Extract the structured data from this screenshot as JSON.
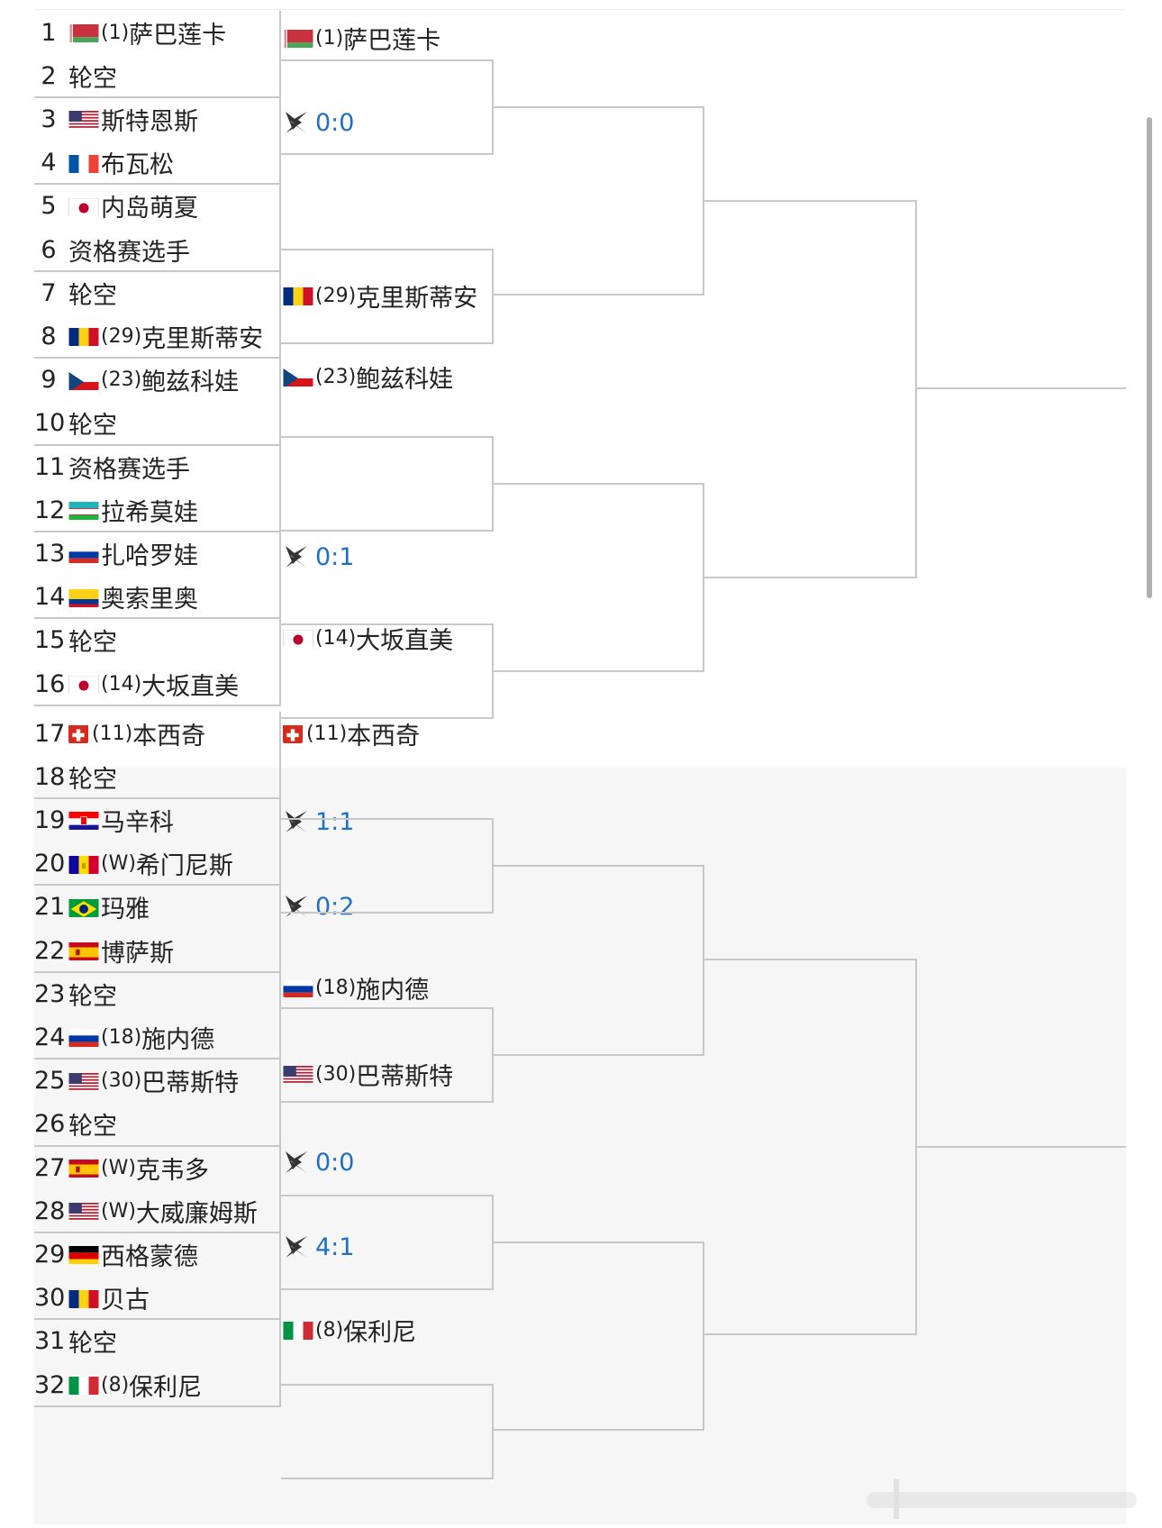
{
  "round1": [
    {
      "num": "1",
      "seed": "(1)",
      "name": "萨巴莲卡",
      "flag": "belarus"
    },
    {
      "num": "2",
      "seed": "",
      "name": "轮空",
      "flag": ""
    },
    {
      "num": "3",
      "seed": "",
      "name": "斯特恩斯",
      "flag": "usa"
    },
    {
      "num": "4",
      "seed": "",
      "name": "布瓦松",
      "flag": "france"
    },
    {
      "num": "5",
      "seed": "",
      "name": "内岛萌夏",
      "flag": "japan"
    },
    {
      "num": "6",
      "seed": "",
      "name": "资格赛选手",
      "flag": ""
    },
    {
      "num": "7",
      "seed": "",
      "name": "轮空",
      "flag": ""
    },
    {
      "num": "8",
      "seed": "(29)",
      "name": "克里斯蒂安",
      "flag": "romania"
    },
    {
      "num": "9",
      "seed": "(23)",
      "name": "鲍兹科娃",
      "flag": "czech"
    },
    {
      "num": "10",
      "seed": "",
      "name": "轮空",
      "flag": ""
    },
    {
      "num": "11",
      "seed": "",
      "name": "资格赛选手",
      "flag": ""
    },
    {
      "num": "12",
      "seed": "",
      "name": "拉希莫娃",
      "flag": "uzbekistan"
    },
    {
      "num": "13",
      "seed": "",
      "name": "扎哈罗娃",
      "flag": "russia"
    },
    {
      "num": "14",
      "seed": "",
      "name": "奥索里奥",
      "flag": "colombia"
    },
    {
      "num": "15",
      "seed": "",
      "name": "轮空",
      "flag": ""
    },
    {
      "num": "16",
      "seed": "(14)",
      "name": "大坂直美",
      "flag": "japan"
    },
    {
      "num": "17",
      "seed": "(11)",
      "name": "本西奇",
      "flag": "switzerland"
    },
    {
      "num": "18",
      "seed": "",
      "name": "轮空",
      "flag": ""
    },
    {
      "num": "19",
      "seed": "",
      "name": "马辛科",
      "flag": "croatia"
    },
    {
      "num": "20",
      "seed": "(W)",
      "name": "希门尼斯",
      "flag": "andorra"
    },
    {
      "num": "21",
      "seed": "",
      "name": "玛雅",
      "flag": "brazil"
    },
    {
      "num": "22",
      "seed": "",
      "name": "博萨斯",
      "flag": "spain"
    },
    {
      "num": "23",
      "seed": "",
      "name": "轮空",
      "flag": ""
    },
    {
      "num": "24",
      "seed": "(18)",
      "name": "施内德",
      "flag": "russia"
    },
    {
      "num": "25",
      "seed": "(30)",
      "name": "巴蒂斯特",
      "flag": "usa"
    },
    {
      "num": "26",
      "seed": "",
      "name": "轮空",
      "flag": ""
    },
    {
      "num": "27",
      "seed": "(W)",
      "name": "克韦多",
      "flag": "spain"
    },
    {
      "num": "28",
      "seed": "(W)",
      "name": "大威廉姆斯",
      "flag": "usa"
    },
    {
      "num": "29",
      "seed": "",
      "name": "西格蒙德",
      "flag": "germany"
    },
    {
      "num": "30",
      "seed": "",
      "name": "贝古",
      "flag": "romania"
    },
    {
      "num": "31",
      "seed": "",
      "name": "轮空",
      "flag": ""
    },
    {
      "num": "32",
      "seed": "(8)",
      "name": "保利尼",
      "flag": "italy"
    }
  ],
  "round2": [
    {
      "type": "player",
      "seed": "(1)",
      "name": "萨巴莲卡",
      "flag": "belarus"
    },
    {
      "type": "score",
      "score": "0:0",
      "icon": "crossed-rackets-icon"
    },
    {
      "type": "player",
      "seed": "(29)",
      "name": "克里斯蒂安",
      "flag": "romania"
    },
    {
      "type": "player",
      "seed": "(23)",
      "name": "鲍兹科娃",
      "flag": "czech"
    },
    {
      "type": "score",
      "score": "0:1",
      "icon": "crossed-rackets-icon"
    },
    {
      "type": "player",
      "seed": "(14)",
      "name": "大坂直美",
      "flag": "japan"
    },
    {
      "type": "player",
      "seed": "(11)",
      "name": "本西奇",
      "flag": "switzerland"
    },
    {
      "type": "score",
      "score": "1:1",
      "icon": "crossed-rackets-icon"
    },
    {
      "type": "score",
      "score": "0:2",
      "icon": "crossed-rackets-icon"
    },
    {
      "type": "player",
      "seed": "(18)",
      "name": "施内德",
      "flag": "russia"
    },
    {
      "type": "player",
      "seed": "(30)",
      "name": "巴蒂斯特",
      "flag": "usa"
    },
    {
      "type": "score",
      "score": "0:0",
      "icon": "crossed-rackets-icon"
    },
    {
      "type": "score",
      "score": "4:1",
      "icon": "crossed-rackets-icon"
    },
    {
      "type": "player",
      "seed": "(8)",
      "name": "保利尼",
      "flag": "italy"
    }
  ],
  "colors": {
    "score": "#1f6fc2",
    "border": "#c8c8c8",
    "bottom_bg": "#f6f6f6"
  }
}
